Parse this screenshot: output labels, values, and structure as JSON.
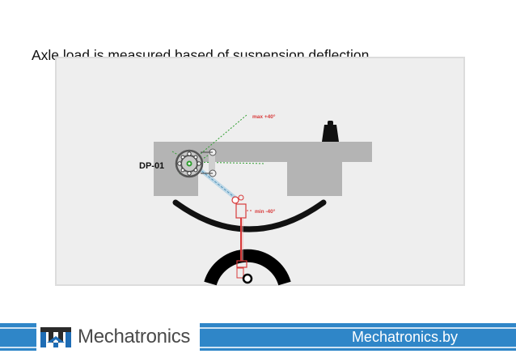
{
  "slide": {
    "title": "Axle load is measured based of suspension deflection"
  },
  "diagram": {
    "sensor_label": "DP-01",
    "max_label": "max +40°",
    "min_label": "min -40°",
    "colors": {
      "body": "#b4b4b4",
      "sensor": "#555555",
      "lever": "#bcd7e6",
      "spring": "#111111",
      "green": "#2f9e2f",
      "red": "#d83a3a",
      "weight": "#111111"
    },
    "icons": [
      "weight-icon",
      "sensor-gear-icon",
      "shock-absorber-icon",
      "wheel-icon"
    ]
  },
  "footer": {
    "brand": "Mechatronics",
    "url": "Mechatronics.by",
    "colors": {
      "bar": "#2f86c8",
      "logo_blue": "#1f6db5",
      "logo_dark": "#2b2b2b"
    }
  }
}
